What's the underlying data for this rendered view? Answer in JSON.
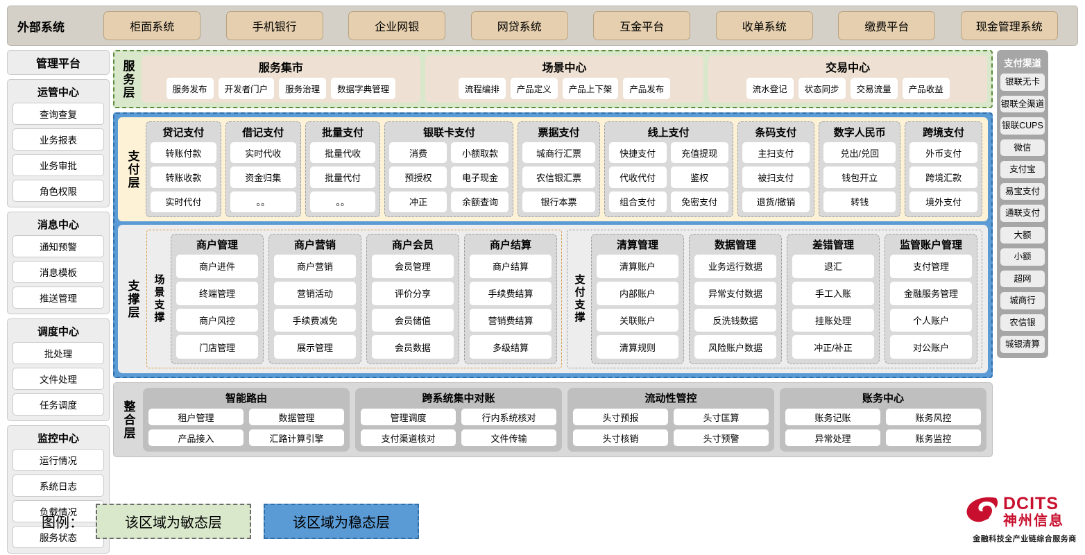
{
  "external": {
    "title": "外部系统",
    "items": [
      "柜面系统",
      "手机银行",
      "企业网银",
      "网贷系统",
      "互金平台",
      "收单系统",
      "缴费平台",
      "现金管理系统"
    ]
  },
  "management": {
    "title": "管理平台",
    "groups": [
      {
        "title": "运管中心",
        "items": [
          "查询查复",
          "业务报表",
          "业务审批",
          "角色权限"
        ]
      },
      {
        "title": "消息中心",
        "items": [
          "通知预警",
          "消息模板",
          "推送管理"
        ]
      },
      {
        "title": "调度中心",
        "items": [
          "批处理",
          "文件处理",
          "任务调度"
        ]
      },
      {
        "title": "监控中心",
        "items": [
          "运行情况",
          "系统日志",
          "负载情况",
          "服务状态"
        ]
      }
    ]
  },
  "channels": {
    "title": "支付渠道",
    "items": [
      "银联无卡",
      "银联全渠道",
      "银联CUPS",
      "微信",
      "支付宝",
      "易宝支付",
      "通联支付",
      "大额",
      "小额",
      "超网",
      "城商行",
      "农信银",
      "城银清算"
    ]
  },
  "service_layer": {
    "label": "服务层",
    "groups": [
      {
        "title": "服务集市",
        "items": [
          "服务发布",
          "开发者门户",
          "服务治理",
          "数据字典管理"
        ]
      },
      {
        "title": "场景中心",
        "items": [
          "流程编排",
          "产品定义",
          "产品上下架",
          "产品发布"
        ]
      },
      {
        "title": "交易中心",
        "items": [
          "流水登记",
          "状态同步",
          "交易流量",
          "产品收益"
        ]
      }
    ]
  },
  "payment_layer": {
    "label": "支付层",
    "groups": [
      {
        "title": "贷记支付",
        "cols": 1,
        "rows": [
          [
            "转账付款"
          ],
          [
            "转账收款"
          ],
          [
            "实时代付"
          ]
        ]
      },
      {
        "title": "借记支付",
        "cols": 1,
        "rows": [
          [
            "实时代收"
          ],
          [
            "资金归集"
          ],
          [
            "。。"
          ]
        ]
      },
      {
        "title": "批量支付",
        "cols": 1,
        "rows": [
          [
            "批量代收"
          ],
          [
            "批量代付"
          ],
          [
            "。。"
          ]
        ]
      },
      {
        "title": "银联卡支付",
        "cols": 2,
        "rows": [
          [
            "消费",
            "小额取款"
          ],
          [
            "预授权",
            "电子现金"
          ],
          [
            "冲正",
            "余额查询"
          ]
        ]
      },
      {
        "title": "票据支付",
        "cols": 1,
        "rows": [
          [
            "城商行汇票"
          ],
          [
            "农信银汇票"
          ],
          [
            "银行本票"
          ]
        ]
      },
      {
        "title": "线上支付",
        "cols": 2,
        "rows": [
          [
            "快捷支付",
            "充值提现"
          ],
          [
            "代收代付",
            "鉴权"
          ],
          [
            "组合支付",
            "免密支付"
          ]
        ]
      },
      {
        "title": "条码支付",
        "cols": 1,
        "rows": [
          [
            "主扫支付"
          ],
          [
            "被扫支付"
          ],
          [
            "退货/撤销"
          ]
        ]
      },
      {
        "title": "数字人民币",
        "cols": 1,
        "rows": [
          [
            "兑出/兑回"
          ],
          [
            "钱包开立"
          ],
          [
            "转钱"
          ]
        ]
      },
      {
        "title": "跨境支付",
        "cols": 1,
        "rows": [
          [
            "外币支付"
          ],
          [
            "跨境汇款"
          ],
          [
            "境外支付"
          ]
        ]
      }
    ]
  },
  "support_layer": {
    "label": "支撑层",
    "zones": [
      {
        "label": "场景支撑",
        "groups": [
          {
            "title": "商户管理",
            "items": [
              "商户进件",
              "终端管理",
              "商户风控",
              "门店管理"
            ]
          },
          {
            "title": "商户营销",
            "items": [
              "商户营销",
              "营销活动",
              "手续费减免",
              "展示管理"
            ]
          },
          {
            "title": "商户会员",
            "items": [
              "会员管理",
              "评价分享",
              "会员储值",
              "会员数据"
            ]
          },
          {
            "title": "商户结算",
            "items": [
              "商户结算",
              "手续费结算",
              "营销费结算",
              "多级结算"
            ]
          }
        ]
      },
      {
        "label": "支付支撑",
        "groups": [
          {
            "title": "清算管理",
            "items": [
              "清算账户",
              "内部账户",
              "关联账户",
              "清算规则"
            ]
          },
          {
            "title": "数据管理",
            "items": [
              "业务运行数据",
              "异常支付数据",
              "反洗钱数据",
              "风险账户数据"
            ]
          },
          {
            "title": "差错管理",
            "items": [
              "退汇",
              "手工入账",
              "挂账处理",
              "冲正/补正"
            ]
          },
          {
            "title": "监管账户管理",
            "items": [
              "支付管理",
              "金融服务管理",
              "个人账户",
              "对公账户"
            ]
          }
        ]
      }
    ]
  },
  "integration_layer": {
    "label": "整合层",
    "groups": [
      {
        "title": "智能路由",
        "rows": [
          [
            "租户管理",
            "数据管理"
          ],
          [
            "产品接入",
            "汇路计算引擎"
          ]
        ]
      },
      {
        "title": "跨系统集中对账",
        "rows": [
          [
            "管理调度",
            "行内系统核对"
          ],
          [
            "支付渠道核对",
            "文件传输"
          ]
        ]
      },
      {
        "title": "流动性管控",
        "rows": [
          [
            "头寸预报",
            "头寸匡算"
          ],
          [
            "头寸核销",
            "头寸预警"
          ]
        ]
      },
      {
        "title": "账务中心",
        "rows": [
          [
            "账务记账",
            "账务风控"
          ],
          [
            "异常处理",
            "账务监控"
          ]
        ]
      }
    ]
  },
  "legend": {
    "label": "图例：",
    "agile": "该区域为敏态层",
    "stable": "该区域为稳态层",
    "agile_color": "#d9e8cb",
    "stable_color": "#5b9bd5"
  },
  "logo": {
    "brand": "DCITS",
    "brand_cn": "神州信息",
    "tagline": "金融科技全产业链综合服务商",
    "color": "#c8102e"
  }
}
